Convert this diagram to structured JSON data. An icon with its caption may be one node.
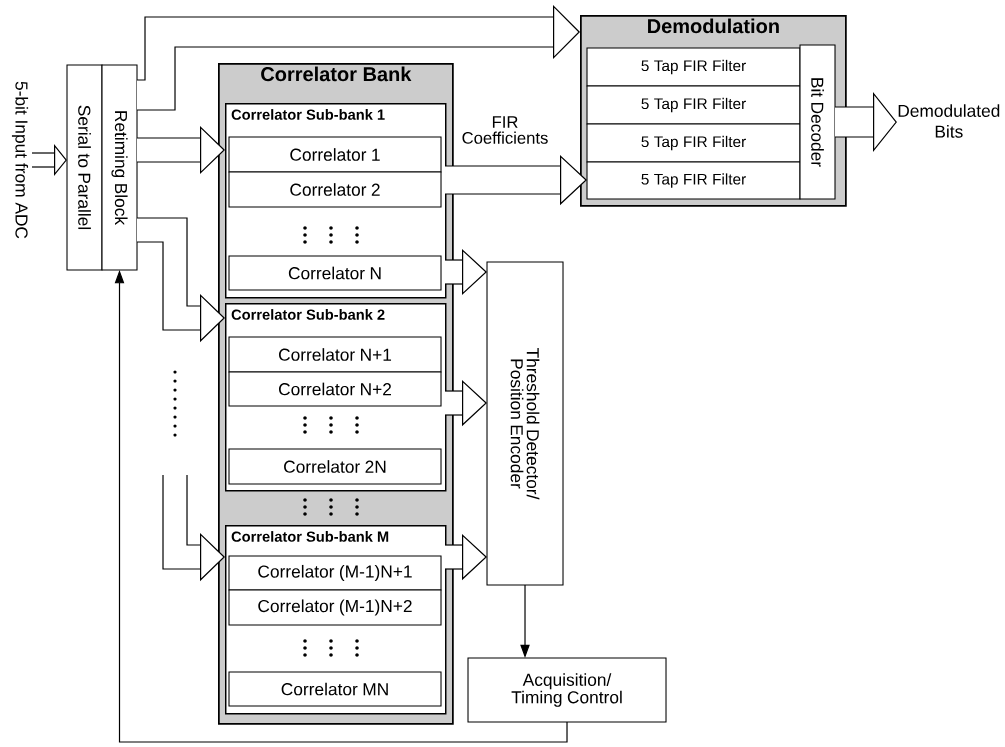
{
  "diagram": {
    "nodes": [
      {
        "text": [
          "5-bit Input from ADC"
        ]
      },
      {
        "text": [
          "Serial to Parallel"
        ]
      },
      {
        "text": [
          "Retiming Block"
        ]
      },
      {
        "text": [
          "Correlator Bank"
        ]
      },
      {
        "text": [
          "Correlator Sub-bank 1"
        ],
        "in": 3
      },
      {
        "text": [
          "Correlator 1"
        ],
        "in": 4
      },
      {
        "text": [
          "Correlator 2"
        ],
        "in": 4
      },
      {
        "text": [
          "Correlator N"
        ],
        "in": 4
      },
      {
        "text": [
          "Correlator Sub-bank 2"
        ],
        "in": 3
      },
      {
        "text": [
          "Correlator N+1"
        ],
        "in": 8
      },
      {
        "text": [
          "Correlator N+2"
        ],
        "in": 8
      },
      {
        "text": [
          "Correlator 2N"
        ],
        "in": 8
      },
      {
        "text": [
          "Correlator Sub-bank M"
        ],
        "in": 3
      },
      {
        "text": [
          "Correlator (M-1)N+1"
        ],
        "in": 12
      },
      {
        "text": [
          "Correlator (M-1)N+2"
        ],
        "in": 12
      },
      {
        "text": [
          "Correlator MN"
        ],
        "in": 12
      },
      {
        "text": [
          "Demodulation"
        ]
      },
      {
        "text": [
          "5 Tap FIR Filter"
        ],
        "in": 16
      },
      {
        "text": [
          "5 Tap FIR Filter"
        ],
        "in": 16
      },
      {
        "text": [
          "5 Tap FIR Filter"
        ],
        "in": 16
      },
      {
        "text": [
          "5 Tap FIR Filter"
        ],
        "in": 16
      },
      {
        "text": [
          "Bit Decoder"
        ],
        "in": 16
      },
      {
        "text": [
          "Demodulated Bits"
        ]
      },
      {
        "text": [
          "Threshold Detector/ Position Encoder"
        ]
      },
      {
        "text": [
          "Acquisition/ Timing Control"
        ]
      }
    ],
    "edges": [
      {
        "from": 0,
        "to": 1,
        "arrow": "to"
      },
      {
        "from": 2,
        "to": 16,
        "arrow": "to"
      },
      {
        "from": 2,
        "to": 4,
        "arrow": "to"
      },
      {
        "from": 2,
        "to": 8,
        "arrow": "to"
      },
      {
        "from": null,
        "to": 12,
        "arrow": "to"
      },
      {
        "from": 4,
        "to": 20,
        "arrow": "to",
        "label": "FIR Coefficients"
      },
      {
        "from": 4,
        "to": 23,
        "arrow": "to"
      },
      {
        "from": 8,
        "to": 23,
        "arrow": "to"
      },
      {
        "from": 12,
        "to": 23,
        "arrow": "to"
      },
      {
        "from": 21,
        "to": 22,
        "arrow": "to"
      },
      {
        "from": 23,
        "to": 24,
        "arrow": "to"
      },
      {
        "from": 24,
        "to": 2,
        "arrow": "to"
      }
    ]
  }
}
